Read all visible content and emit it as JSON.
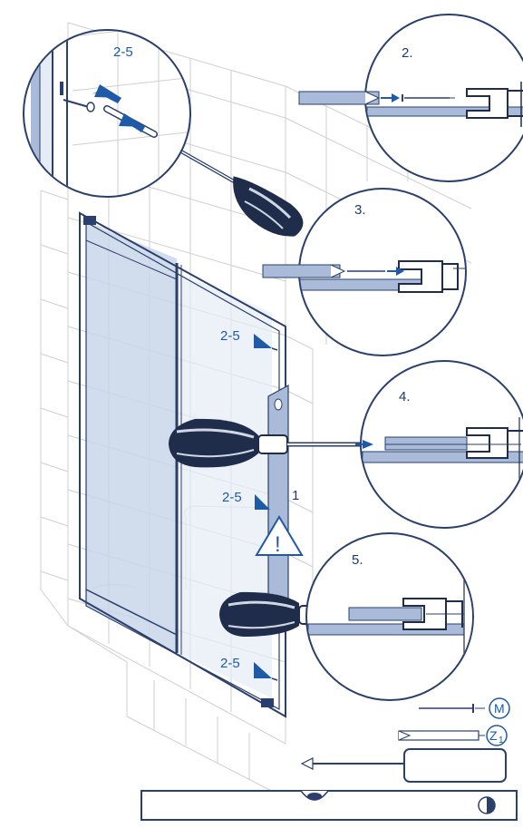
{
  "labels": {
    "top_detail": "2-5",
    "step2": "2.",
    "step3": "3.",
    "step4": "4.",
    "step5": "5.",
    "marker_a": "2-5",
    "marker_b": "2-5",
    "marker_c": "2-5",
    "profile_number": "1",
    "warning_mark": "!",
    "part_m": "M",
    "part_z": "Z",
    "part_z_sub": "1"
  },
  "colors": {
    "line": "#2a3f6b",
    "accent": "#1e5aa8",
    "tile": "#cfcfcf",
    "glass": "#c9d6ea",
    "profile": "#a9bbd9"
  }
}
